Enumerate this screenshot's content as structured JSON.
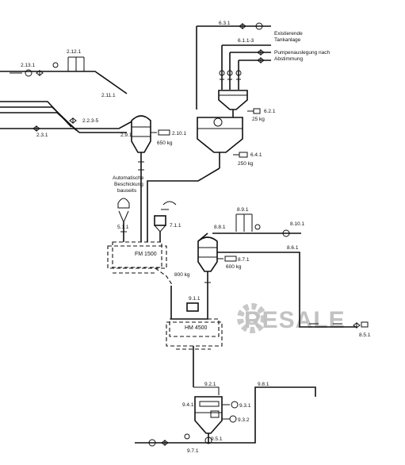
{
  "labels": {
    "l631": "6.3.1",
    "existing": "Existierende",
    "tank": "Tankanlage",
    "l613": "6.1.1-3",
    "pump1": "Pumpenauslegung nach",
    "pump2": "Abstimmung",
    "l621": "6.2.1",
    "kg25": "25 kg",
    "l641": "6.4.1",
    "kg250": "250 kg",
    "l2121": "2.12.1",
    "l2131": "2.13.1",
    "l2111": "2.11.1",
    "l223": "2.2.3-5",
    "l231": "2.3.1",
    "l291": "2.9.1",
    "l2101": "2.10.1",
    "kg650": "650 kg",
    "auto1": "Automatische",
    "auto2": "Beschickung",
    "auto3": "bauseits",
    "l511": "5.1.1",
    "l711": "7.1.1",
    "fm1500": "FM 1500",
    "kg800": "800 kg",
    "l891": "8.9.1",
    "l8101": "8.10.1",
    "l881": "8.8.1",
    "l871": "8.7.1",
    "kg600": "600 kg",
    "l861": "8.6.1",
    "l911": "9.1.1",
    "hm4500": "HM 4500",
    "l851": "8.5.1",
    "l921": "9.2.1",
    "l981": "9.8.1",
    "l941": "9.4.1",
    "l931": "9.3.1",
    "l932": "9.3.2",
    "l951": "9.5.1",
    "l971": "9.7.1",
    "watermark": "RESALE"
  }
}
